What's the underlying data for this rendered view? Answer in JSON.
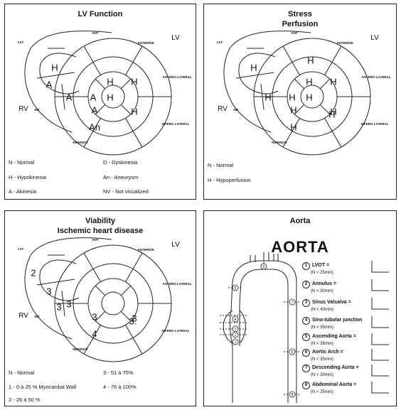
{
  "walls": {
    "lat": "LAT",
    "ant": "ANT",
    "anterior": "ANTERIOR",
    "antero_lateral": "ANTERO-LATERAL",
    "inf": "INF",
    "inferior": "INFERIOR",
    "infero_lateral": "INFERO LATERAL"
  },
  "side_labels": {
    "rv": "RV",
    "lv": "LV"
  },
  "panels": [
    {
      "title": "LV Function",
      "segments": [
        "",
        "",
        "H",
        "A",
        "",
        "A",
        "A",
        "H",
        "H",
        "H",
        "A",
        "H",
        "An",
        "",
        ""
      ],
      "legend": [
        [
          "N - Normal",
          "D - Dyskinesia"
        ],
        [
          "H - Hypokinesia",
          "An - Aneurysm"
        ],
        [
          "A - Akinesia",
          "NV - Not visualized"
        ]
      ]
    },
    {
      "title": "Stress",
      "subtitle": "Perfusion",
      "segments": [
        "",
        "",
        "H",
        "",
        "",
        "H",
        "H",
        "H",
        "H",
        "H",
        "H",
        "H",
        "H",
        "H",
        "H"
      ],
      "legend": [
        [
          "N - Normal",
          ""
        ],
        [
          "H - Hypoperfusion",
          ""
        ]
      ]
    },
    {
      "title": "Viability",
      "subtitle": "Ischemic heart disease",
      "segments": [
        "",
        "2",
        "",
        "3",
        "3",
        "3",
        "",
        "",
        "",
        "",
        "3",
        "3",
        "4",
        "3.",
        ""
      ],
      "legend": [
        [
          "N - Normal",
          "3 - 51 à 75%"
        ],
        [
          "1 - 0 à 25 % Myocardial Wall",
          "4 - 76 à 100%"
        ],
        [
          "2 - 26 à 50 %",
          ""
        ]
      ]
    }
  ],
  "aorta": {
    "title": "Aorta",
    "big_title": "AORTA",
    "items": [
      {
        "num": "1",
        "label": "LVOT =",
        "norm": "(N < 25mm)"
      },
      {
        "num": "2",
        "label": "Annulus =",
        "norm": "(N < 30mm)"
      },
      {
        "num": "3",
        "label": "Sinus Valsalva =",
        "norm": "(N < 40mm)"
      },
      {
        "num": "4",
        "label": "Sino-tubular junction",
        "norm": "(N < 35mm)"
      },
      {
        "num": "5",
        "label": "Ascending Aorta =",
        "norm": "(N < 38mm)"
      },
      {
        "num": "6",
        "label": "Aortic Arch =",
        "norm": "(N < 35mm)"
      },
      {
        "num": "7",
        "label": "Descending Aorta =",
        "norm": "(N < 30mm)"
      },
      {
        "num": "8",
        "label": "Abdominal Aorta =",
        "norm": "(N < 25mm)"
      }
    ]
  }
}
